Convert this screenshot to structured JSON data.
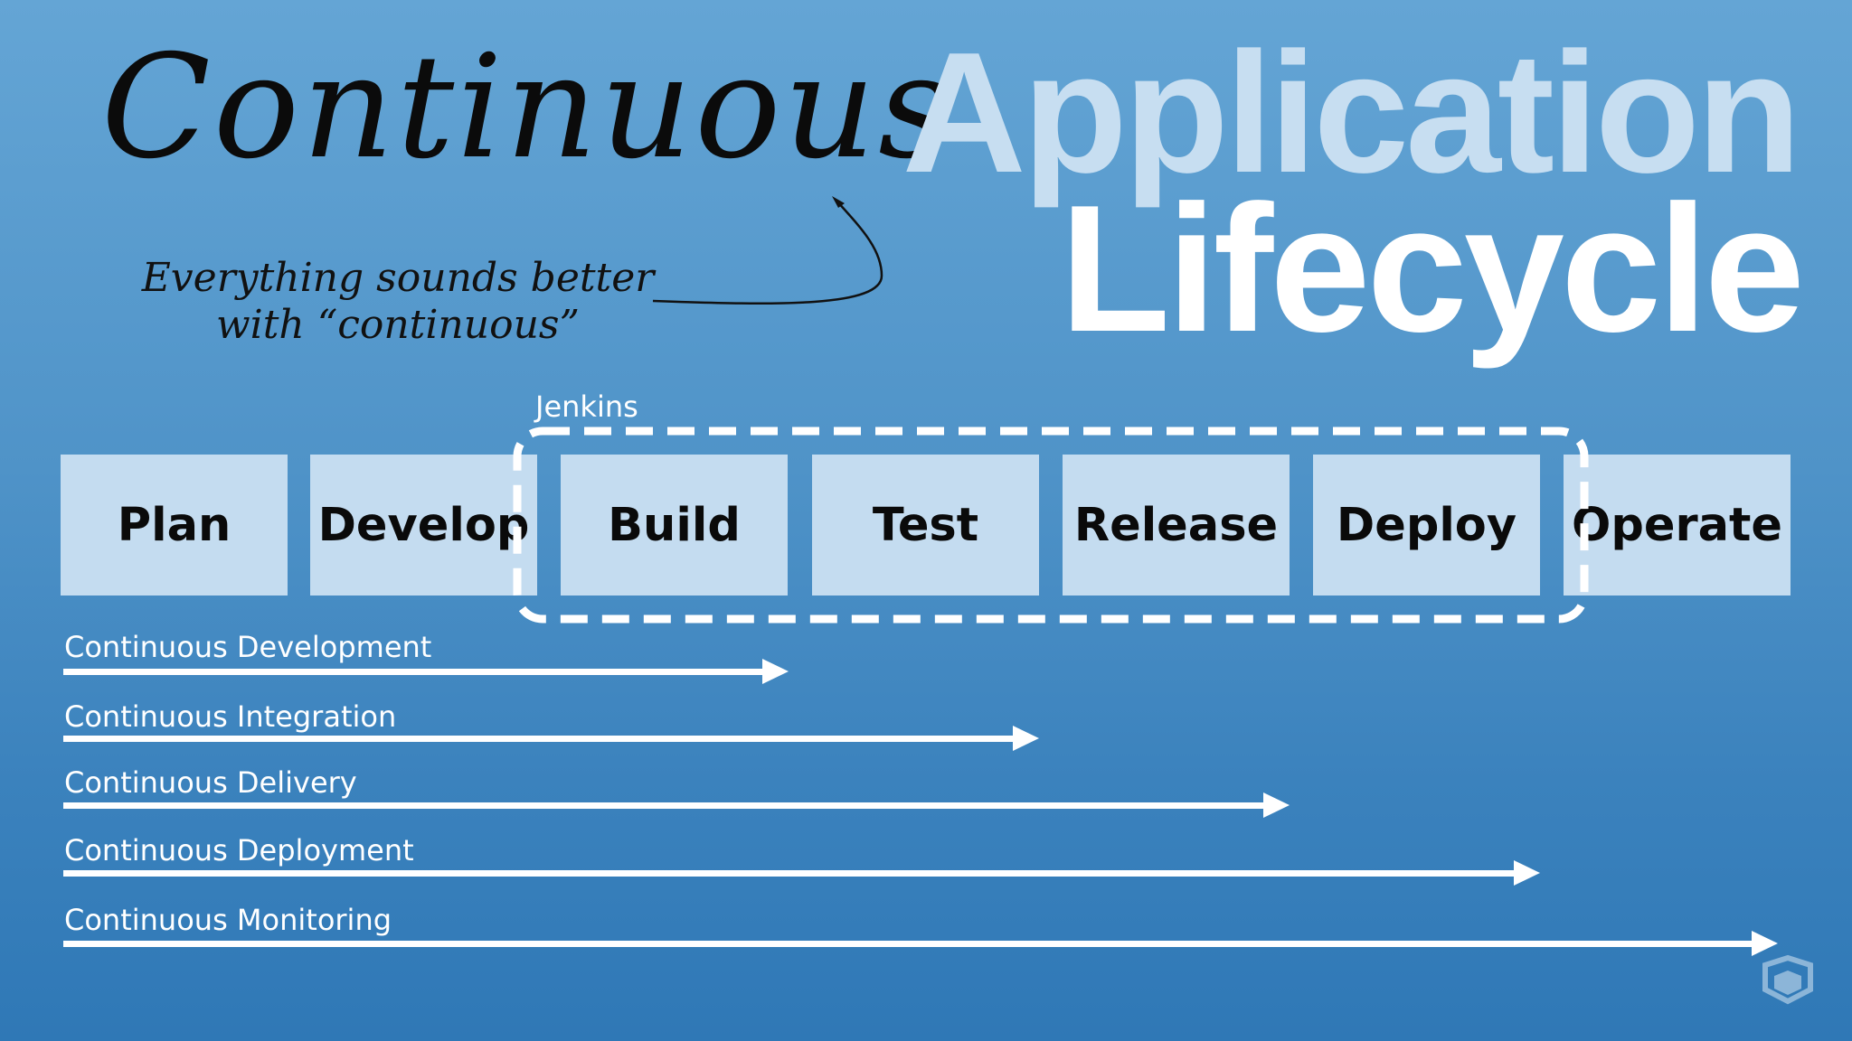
{
  "title": {
    "script_word": "Continuous",
    "line1": "Application",
    "line2": "Lifecycle"
  },
  "annotation": {
    "line1": "Everything sounds better",
    "line2": "with “continuous”"
  },
  "jenkins_label": "Jenkins",
  "stages": [
    "Plan",
    "Develop",
    "Build",
    "Test",
    "Release",
    "Deploy",
    "Operate"
  ],
  "jenkins_covers_stages": [
    "Build",
    "Test",
    "Release",
    "Deploy"
  ],
  "flows": [
    {
      "label": "Continuous Development",
      "ends_after_stage": "Build"
    },
    {
      "label": "Continuous Integration",
      "ends_after_stage": "Test"
    },
    {
      "label": "Continuous Delivery",
      "ends_after_stage": "Release"
    },
    {
      "label": "Continuous Deployment",
      "ends_after_stage": "Deploy"
    },
    {
      "label": "Continuous Monitoring",
      "ends_after_stage": "Operate"
    }
  ],
  "logo": {
    "icon": "shield-logo-icon"
  },
  "colors": {
    "background_top": "#64a5d5",
    "background_bottom": "#2f78b6",
    "stage_box": "#c4dcf0",
    "title_light": "#c7def1",
    "title_white": "#ffffff"
  }
}
